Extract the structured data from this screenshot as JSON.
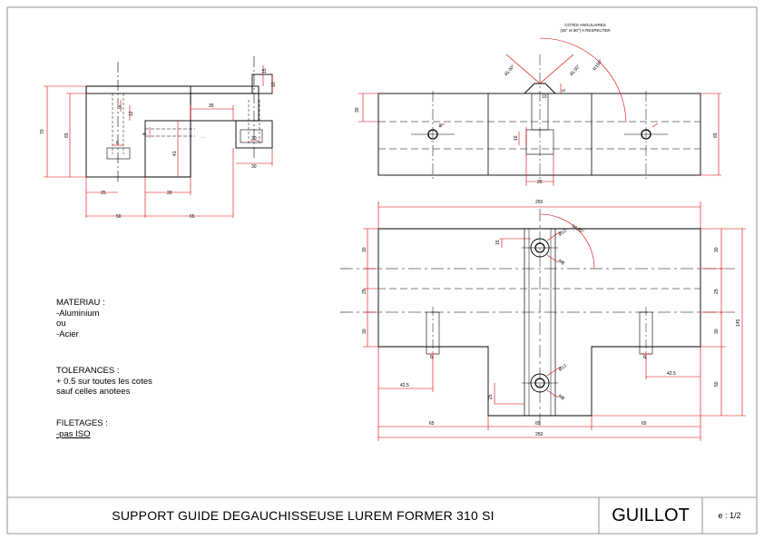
{
  "title_block": {
    "title": "SUPPORT GUIDE DEGAUCHISSEUSE LUREM FORMER 310 SI",
    "author": "GUILLOT",
    "sheet": "e : 1/2"
  },
  "notes": {
    "material": {
      "heading": "MATERIAU :",
      "lines": [
        "-Aluminium",
        "ou",
        "-Acier"
      ]
    },
    "tolerances": {
      "heading": "TOLERANCES :",
      "lines": [
        "+ 0.5 sur toutes les cotes",
        "sauf celles anotees"
      ]
    },
    "threads": {
      "heading": "FILETAGES :",
      "lines": [
        "-pas ISO"
      ]
    }
  },
  "annotation": {
    "angular_note": [
      "COTES ANGULAIRES",
      "(45° et 90°) A RESPECTER"
    ]
  },
  "dimensions": {
    "left_view": {
      "d70": "70",
      "d65": "65",
      "d25": "25",
      "d50": "50",
      "d20": "20",
      "d65b": "65",
      "d41": "41",
      "d35": "35",
      "d15": "15",
      "d30": "30",
      "d10": "10",
      "d12": "12",
      "d6": "6",
      "d20b": "20",
      "d8": "8",
      "d5": "5"
    },
    "top_view": {
      "d30": "30",
      "d65": "65",
      "d20": "20",
      "d16": "16",
      "r150": "R150°",
      "a45l": "45,00°",
      "a45r": "45,00°",
      "d5": "5",
      "d10": "10",
      "d8": "8"
    },
    "bottom_view": {
      "d250": "250",
      "d250b": "250",
      "d65a": "65",
      "d65b": "65",
      "d65c": "65",
      "d30a": "30",
      "d25a": "25",
      "d30b": "30",
      "d30c": "30",
      "d25b": "25",
      "d30d": "30",
      "d42a": "42.5",
      "d42b": "42.5",
      "d50": "50",
      "d145": "145",
      "d15": "15",
      "d25": "25",
      "r60": "60,00°",
      "d12a": "Ø12",
      "d12b": "Ø12",
      "m8a": "M8",
      "m8b": "M8",
      "d6a": "6",
      "d6b": "6"
    }
  }
}
